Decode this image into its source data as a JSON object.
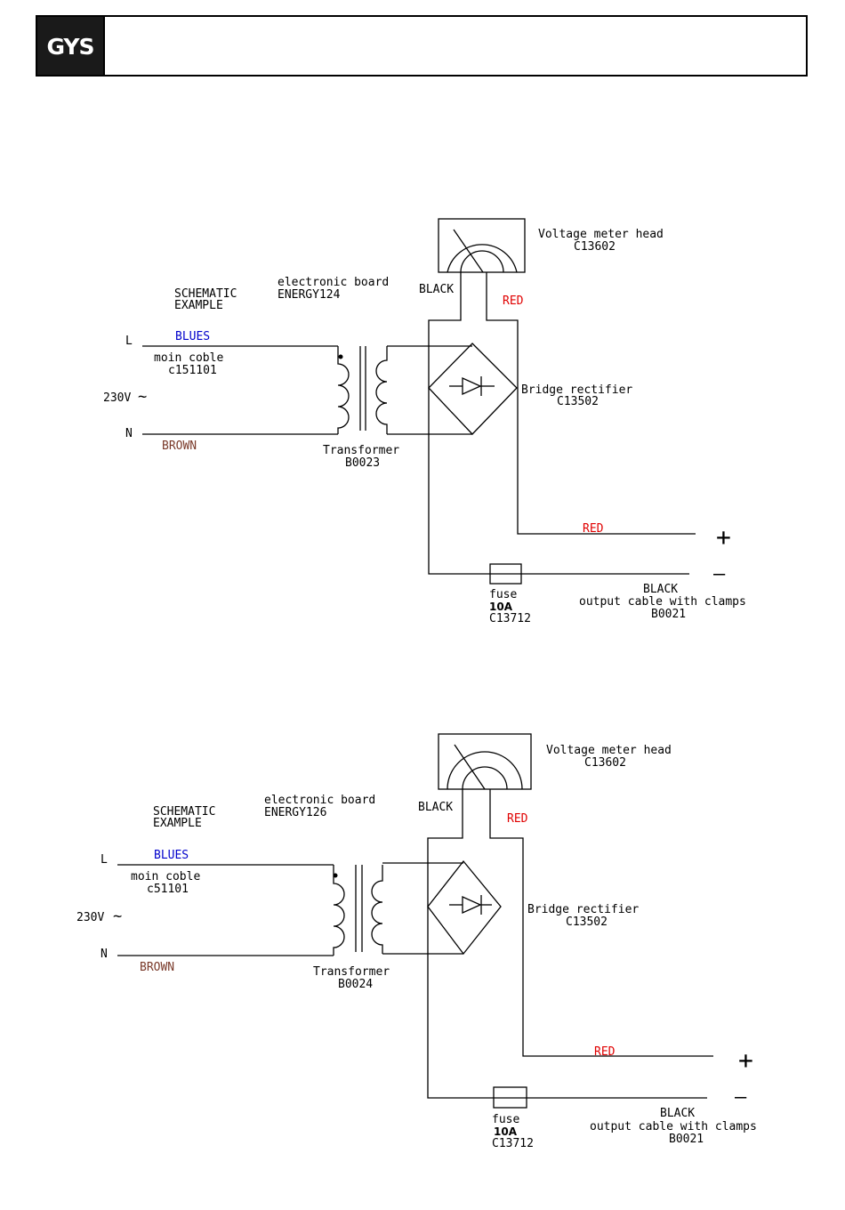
{
  "header": {
    "logo_text": "GYS"
  },
  "schematics": [
    {
      "schematic_label_line1": "SCHEMATIC",
      "schematic_label_line2": "EXAMPLE",
      "board_line1": "electronic board",
      "board_line2": "ENERGY124",
      "terminal_l": "L",
      "terminal_n": "N",
      "wire_blue_label": "BLUES",
      "wire_brown_label": "BROWN",
      "cable_line1": "moin coble",
      "cable_prefix": "c",
      "cable_code": "151101",
      "voltage": "230V",
      "ac_symbol": "~",
      "transformer_name": "Transformer",
      "transformer_code": "B0023",
      "meter_name": "Voltage meter head",
      "meter_code": "C13602",
      "meter_wire_black": "BLACK",
      "meter_wire_red": "RED",
      "rectifier_name": "Bridge rectifier",
      "rectifier_code": "C13502",
      "output_red": "RED",
      "plus_symbol": "+",
      "minus_symbol": "—",
      "fuse_name": "fuse",
      "fuse_rating": "10A",
      "fuse_code": "C13712",
      "output_black": "BLACK",
      "output_cable_name": "output cable with clamps",
      "output_cable_code": "B0021"
    },
    {
      "schematic_label_line1": "SCHEMATIC",
      "schematic_label_line2": "EXAMPLE",
      "board_line1": "electronic board",
      "board_line2": "ENERGY126",
      "terminal_l": "L",
      "terminal_n": "N",
      "wire_blue_label": "BLUES",
      "wire_brown_label": "BROWN",
      "cable_line1": "moin coble",
      "cable_prefix": "c",
      "cable_code": "51101",
      "voltage": "230V",
      "ac_symbol": "~",
      "transformer_name": "Transformer",
      "transformer_code": "B0024",
      "meter_name": "Voltage meter head",
      "meter_code": "C13602",
      "meter_wire_black": "BLACK",
      "meter_wire_red": "RED",
      "rectifier_name": "Bridge rectifier",
      "rectifier_code": "C13502",
      "output_red": "RED",
      "plus_symbol": "+",
      "minus_symbol": "—",
      "fuse_name": "fuse",
      "fuse_rating": "10A",
      "fuse_code": "C13712",
      "output_black": "BLACK",
      "output_cable_name": "output cable with clamps",
      "output_cable_code": "B0021"
    }
  ]
}
